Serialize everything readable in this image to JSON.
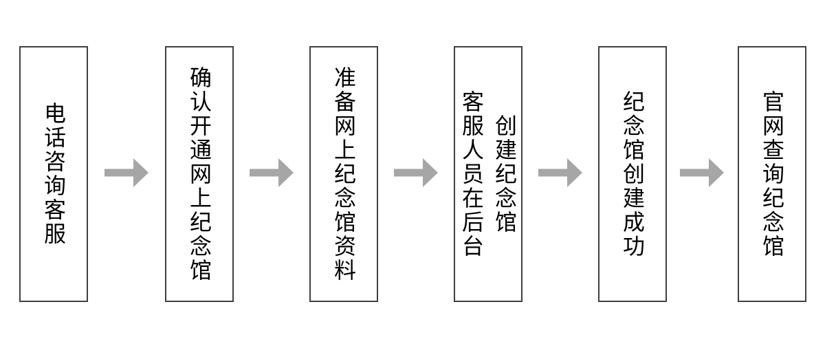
{
  "diagram": {
    "type": "flowchart",
    "direction": "left-to-right",
    "text_orientation": "vertical",
    "colors": {
      "background": "#ffffff",
      "box_border": "#3f3f3f",
      "box_fill": "#ffffff",
      "arrow": "#a6a6a6",
      "text": "#000000"
    },
    "connector": "right-arrow",
    "steps": [
      {
        "id": 1,
        "lines": [
          "电话咨询客服"
        ]
      },
      {
        "id": 2,
        "lines": [
          "确认开通网上纪念馆"
        ]
      },
      {
        "id": 3,
        "lines": [
          "准备网上纪念馆资料"
        ]
      },
      {
        "id": 4,
        "lines": [
          "客服人员在后台",
          "创建纪念馆"
        ]
      },
      {
        "id": 5,
        "lines": [
          "纪念馆创建成功"
        ]
      },
      {
        "id": 6,
        "lines": [
          "官网查询纪念馆"
        ]
      }
    ]
  }
}
